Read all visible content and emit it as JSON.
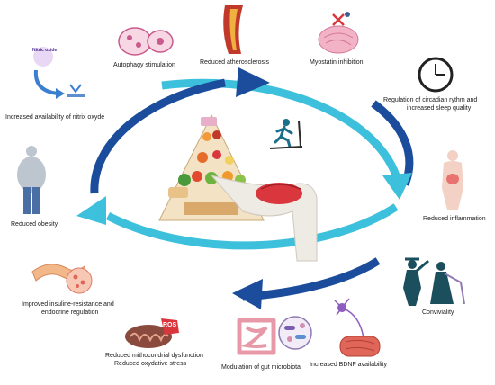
{
  "labels": {
    "autophagy": "Autophagy stimulation",
    "atherosclerosis": "Reduced atherosclerosis",
    "myostatin": "Myostatin inhibition",
    "circadian_line1": "Regulation of circadian rythm  and",
    "circadian_line2": "increased sleep quality",
    "nitric": "Increased availability of nitrix oxyde",
    "nitric_icon_text": "Nitric oxide",
    "inflammation": "Reduced inflammation",
    "obesity": "Reduced obesity",
    "conviviality": "Conviviality",
    "insulin_line1": "Improved insuline-resistance and",
    "insulin_line2": "endocrine regulation",
    "mito_line1": "Reduced mithocondrial dysfunction",
    "mito_line2": "Reduced oxydative stress",
    "ros_badge": "ROS",
    "microbiota": "Modulation of gut microbiota",
    "bdnf": "Increased BDNF availability"
  },
  "colors": {
    "cycle_dark": "#1b4d9c",
    "cycle_light": "#3cc0dc",
    "pyramid_base": "#f3e2c4",
    "accent_red": "#d9363e"
  },
  "icons": [
    "vessel-icon",
    "artery-icon",
    "muscle-icon",
    "clock-icon",
    "nitric-oxide-icon",
    "body-inflammation-icon",
    "obese-person-icon",
    "dancers-icon",
    "pancreas-icon",
    "mitochondria-icon",
    "intestine-icon",
    "bacteria-icon",
    "neuron-icon",
    "food-pyramid-icon",
    "treadmill-runner-icon",
    "flexed-arm-icon"
  ]
}
